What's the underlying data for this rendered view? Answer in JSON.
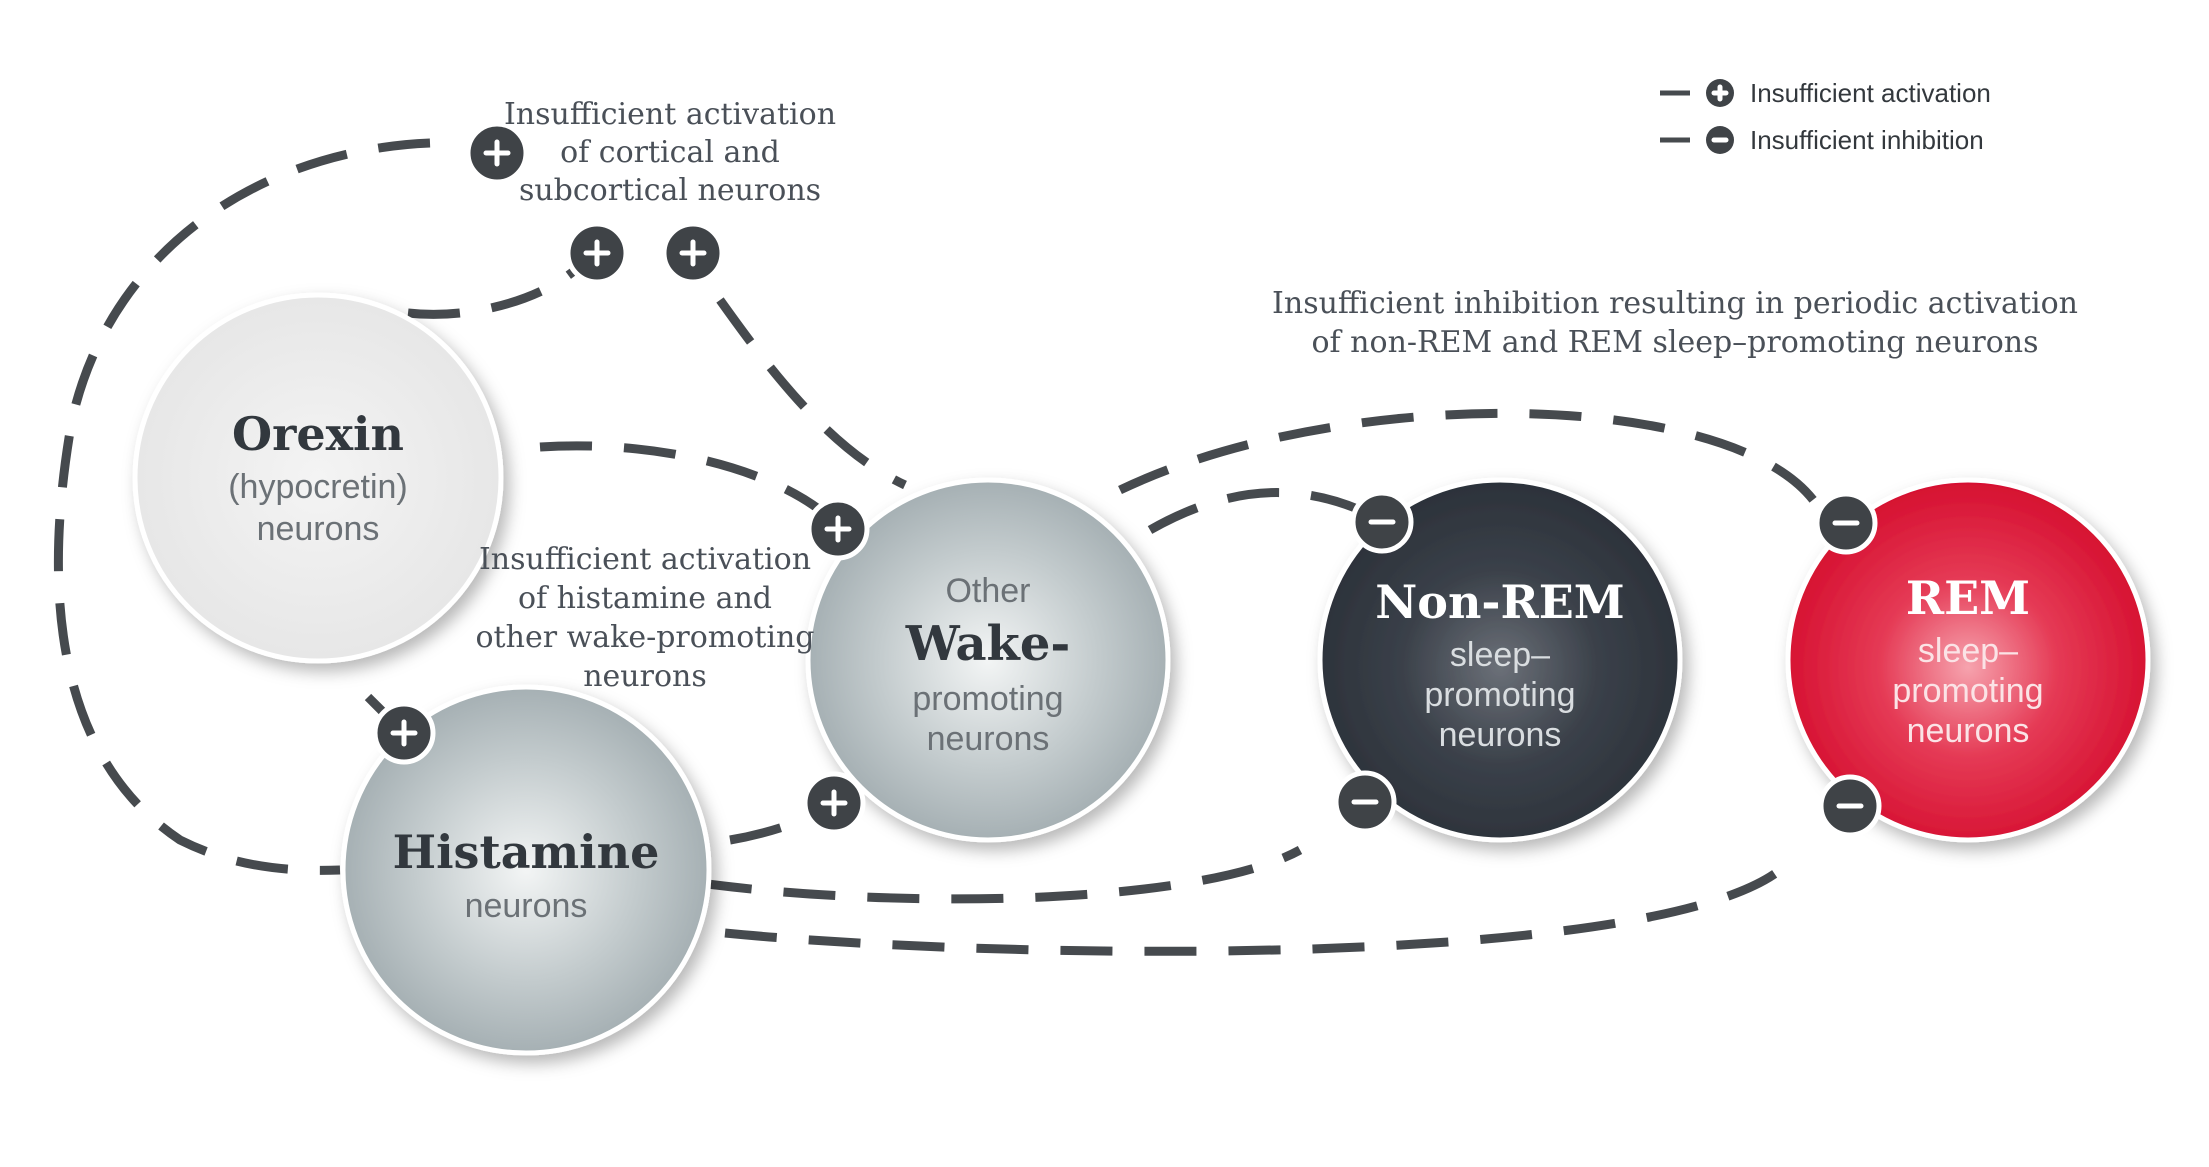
{
  "legend": {
    "activation_label": "Insufficient activation",
    "inhibition_label": "Insufficient inhibition"
  },
  "annotations": {
    "cortical": [
      "Insufficient activation",
      "of cortical and",
      "subcortical neurons"
    ],
    "histamine": [
      "Insufficient activation",
      "of histamine and",
      "other wake-promoting",
      "neurons"
    ],
    "sleep": [
      "Insufficient inhibition resulting in periodic activation",
      "of non-REM and REM sleep–promoting neurons"
    ]
  },
  "nodes": {
    "orexin": {
      "title": "Orexin",
      "lines": [
        "(hypocretin)",
        "neurons"
      ]
    },
    "histamine": {
      "title": "Histamine",
      "lines": [
        "neurons"
      ]
    },
    "wake": {
      "pre": "Other",
      "title": "Wake-",
      "lines": [
        "promoting",
        "neurons"
      ]
    },
    "nonrem": {
      "title": "Non-REM",
      "lines": [
        "sleep–",
        "promoting",
        "neurons"
      ]
    },
    "rem": {
      "title": "REM",
      "lines": [
        "sleep–",
        "promoting",
        "neurons"
      ]
    }
  },
  "colors": {
    "path": "#464a4e",
    "badge": "#3f4347",
    "orexin": "#ececec",
    "gray_node": "#a7b1b4",
    "nonrem": "#2b3139",
    "rem": "#d90f2f"
  },
  "icons": {
    "activation": "plus-icon",
    "inhibition": "minus-icon"
  }
}
